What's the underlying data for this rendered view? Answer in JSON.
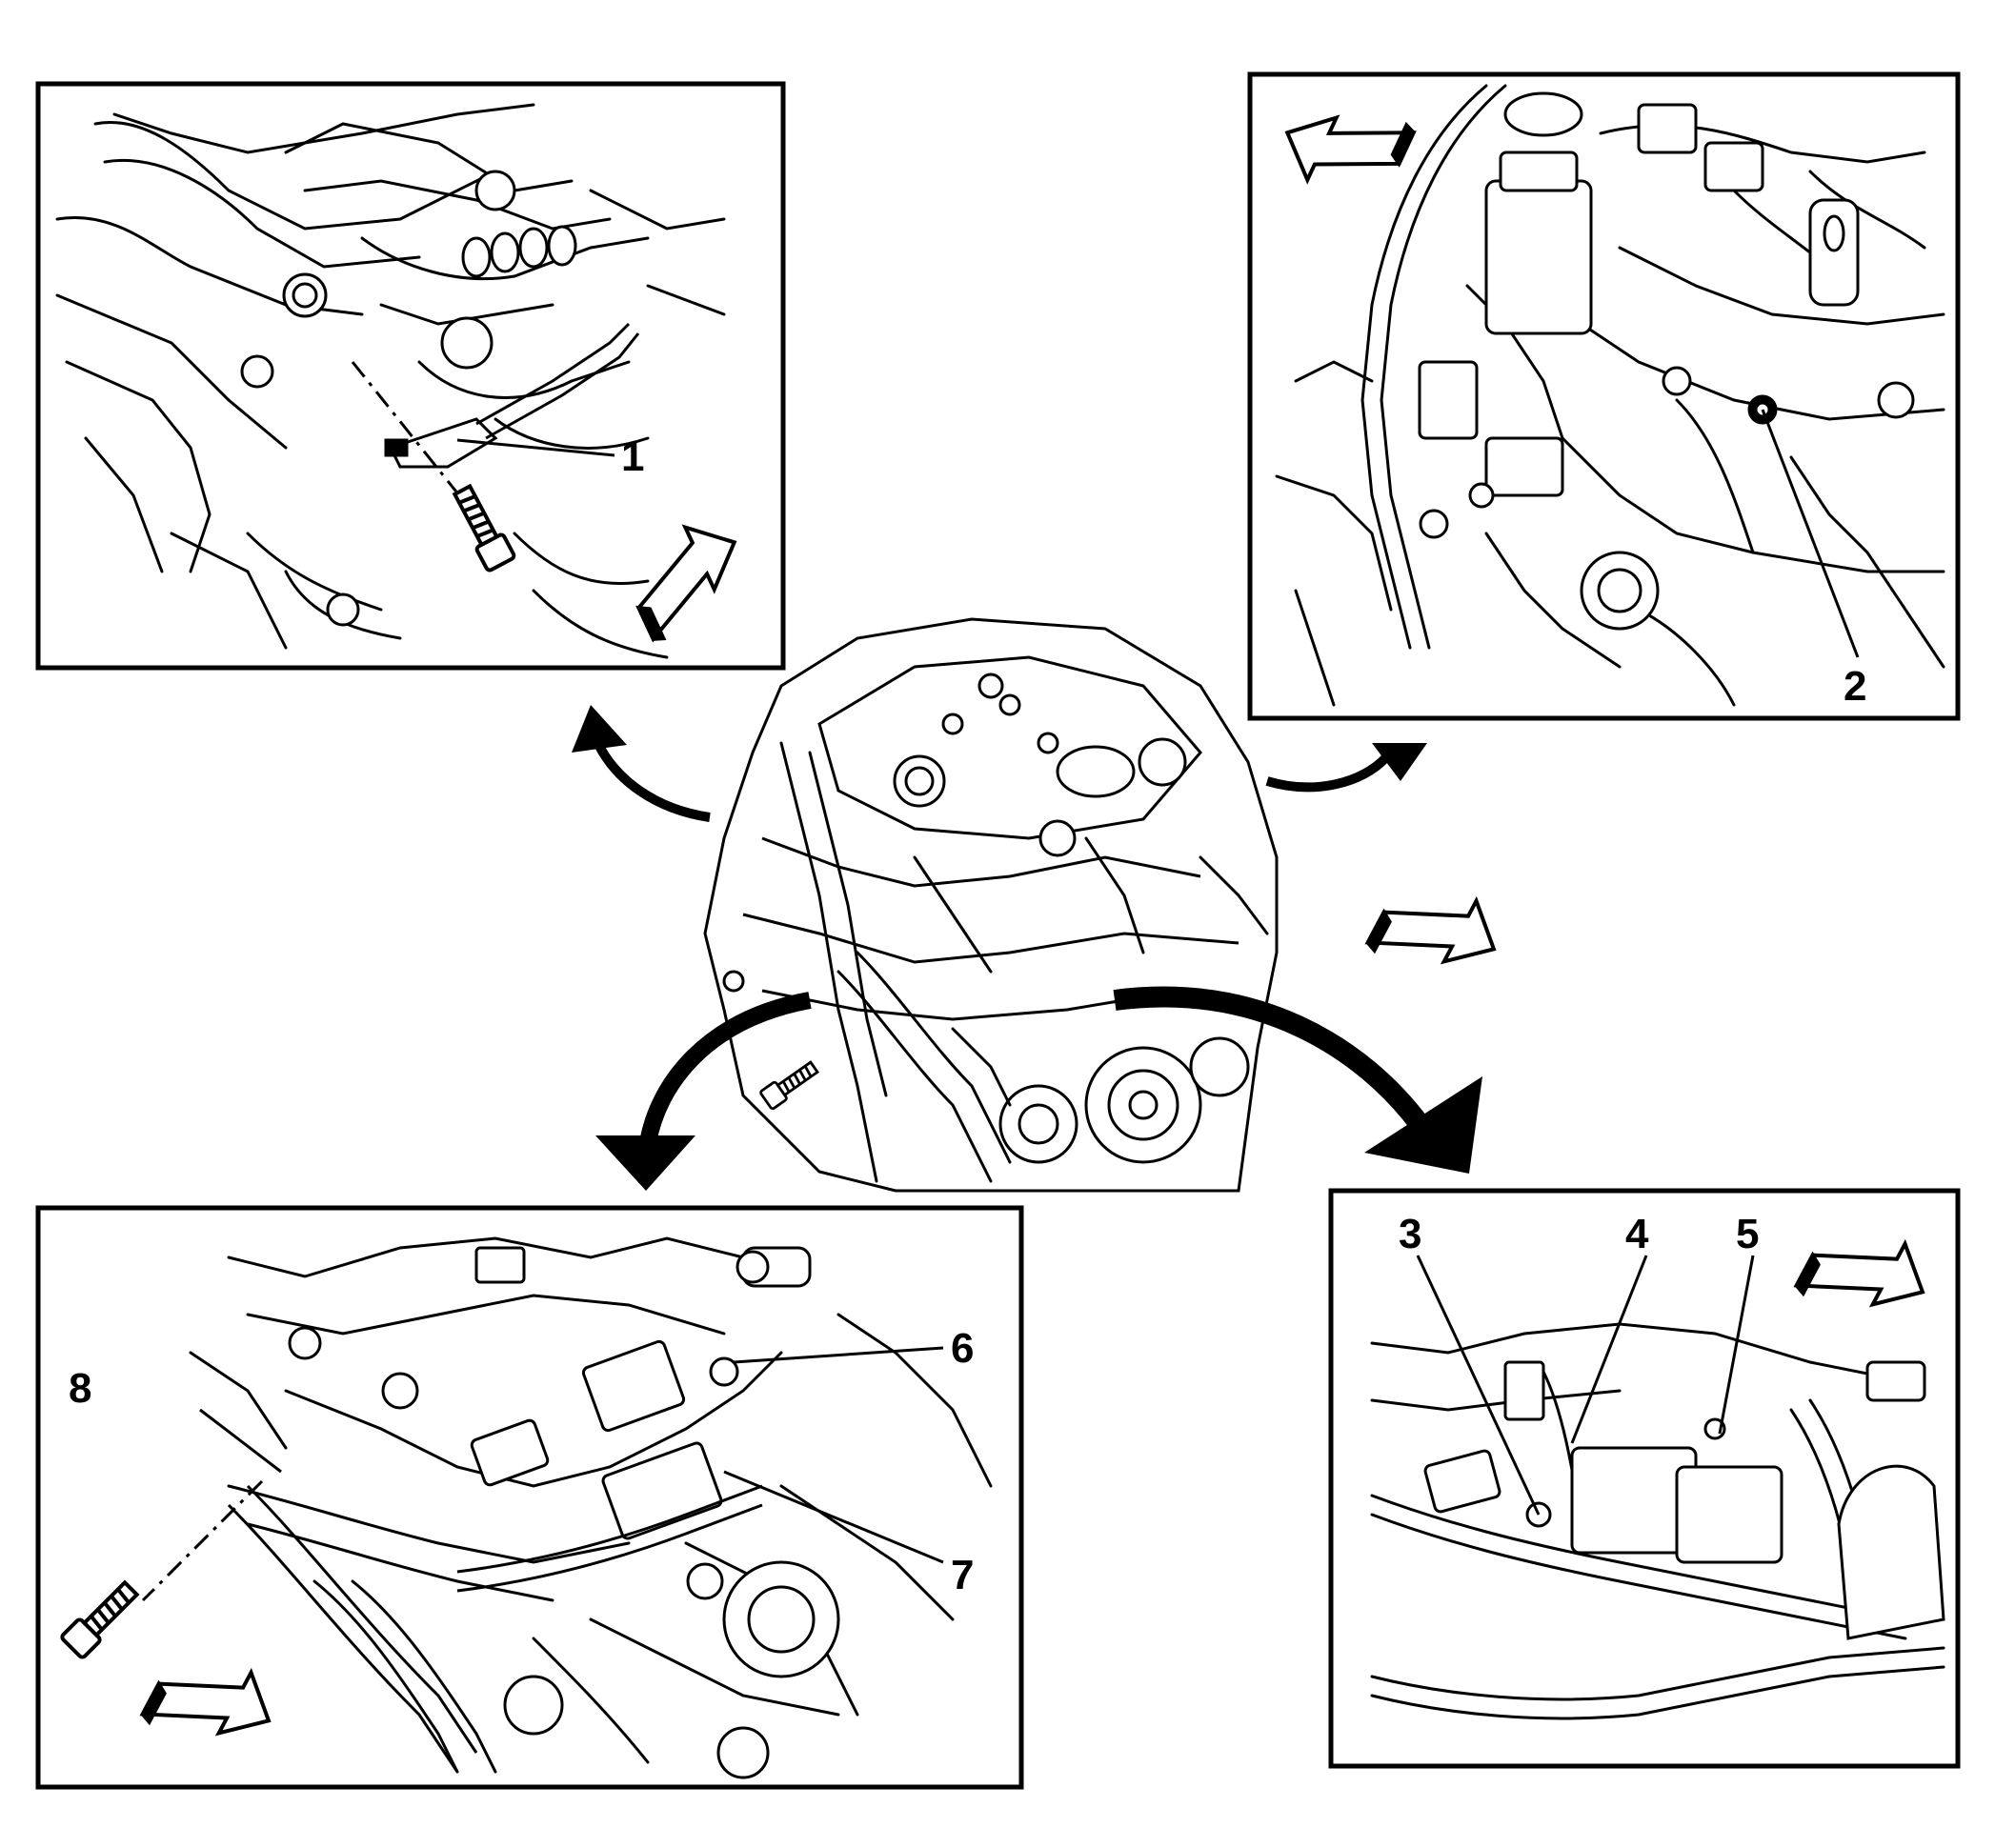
{
  "callouts": {
    "c1": "1",
    "c2": "2",
    "c3": "3",
    "c4": "4",
    "c5": "5",
    "c6": "6",
    "c7": "7",
    "c8": "8"
  },
  "colors": {
    "ink": "#000000",
    "paper": "#ffffff"
  },
  "icons": [
    "direction-arrow-icon",
    "bolt-icon",
    "curved-arrow-icon"
  ]
}
